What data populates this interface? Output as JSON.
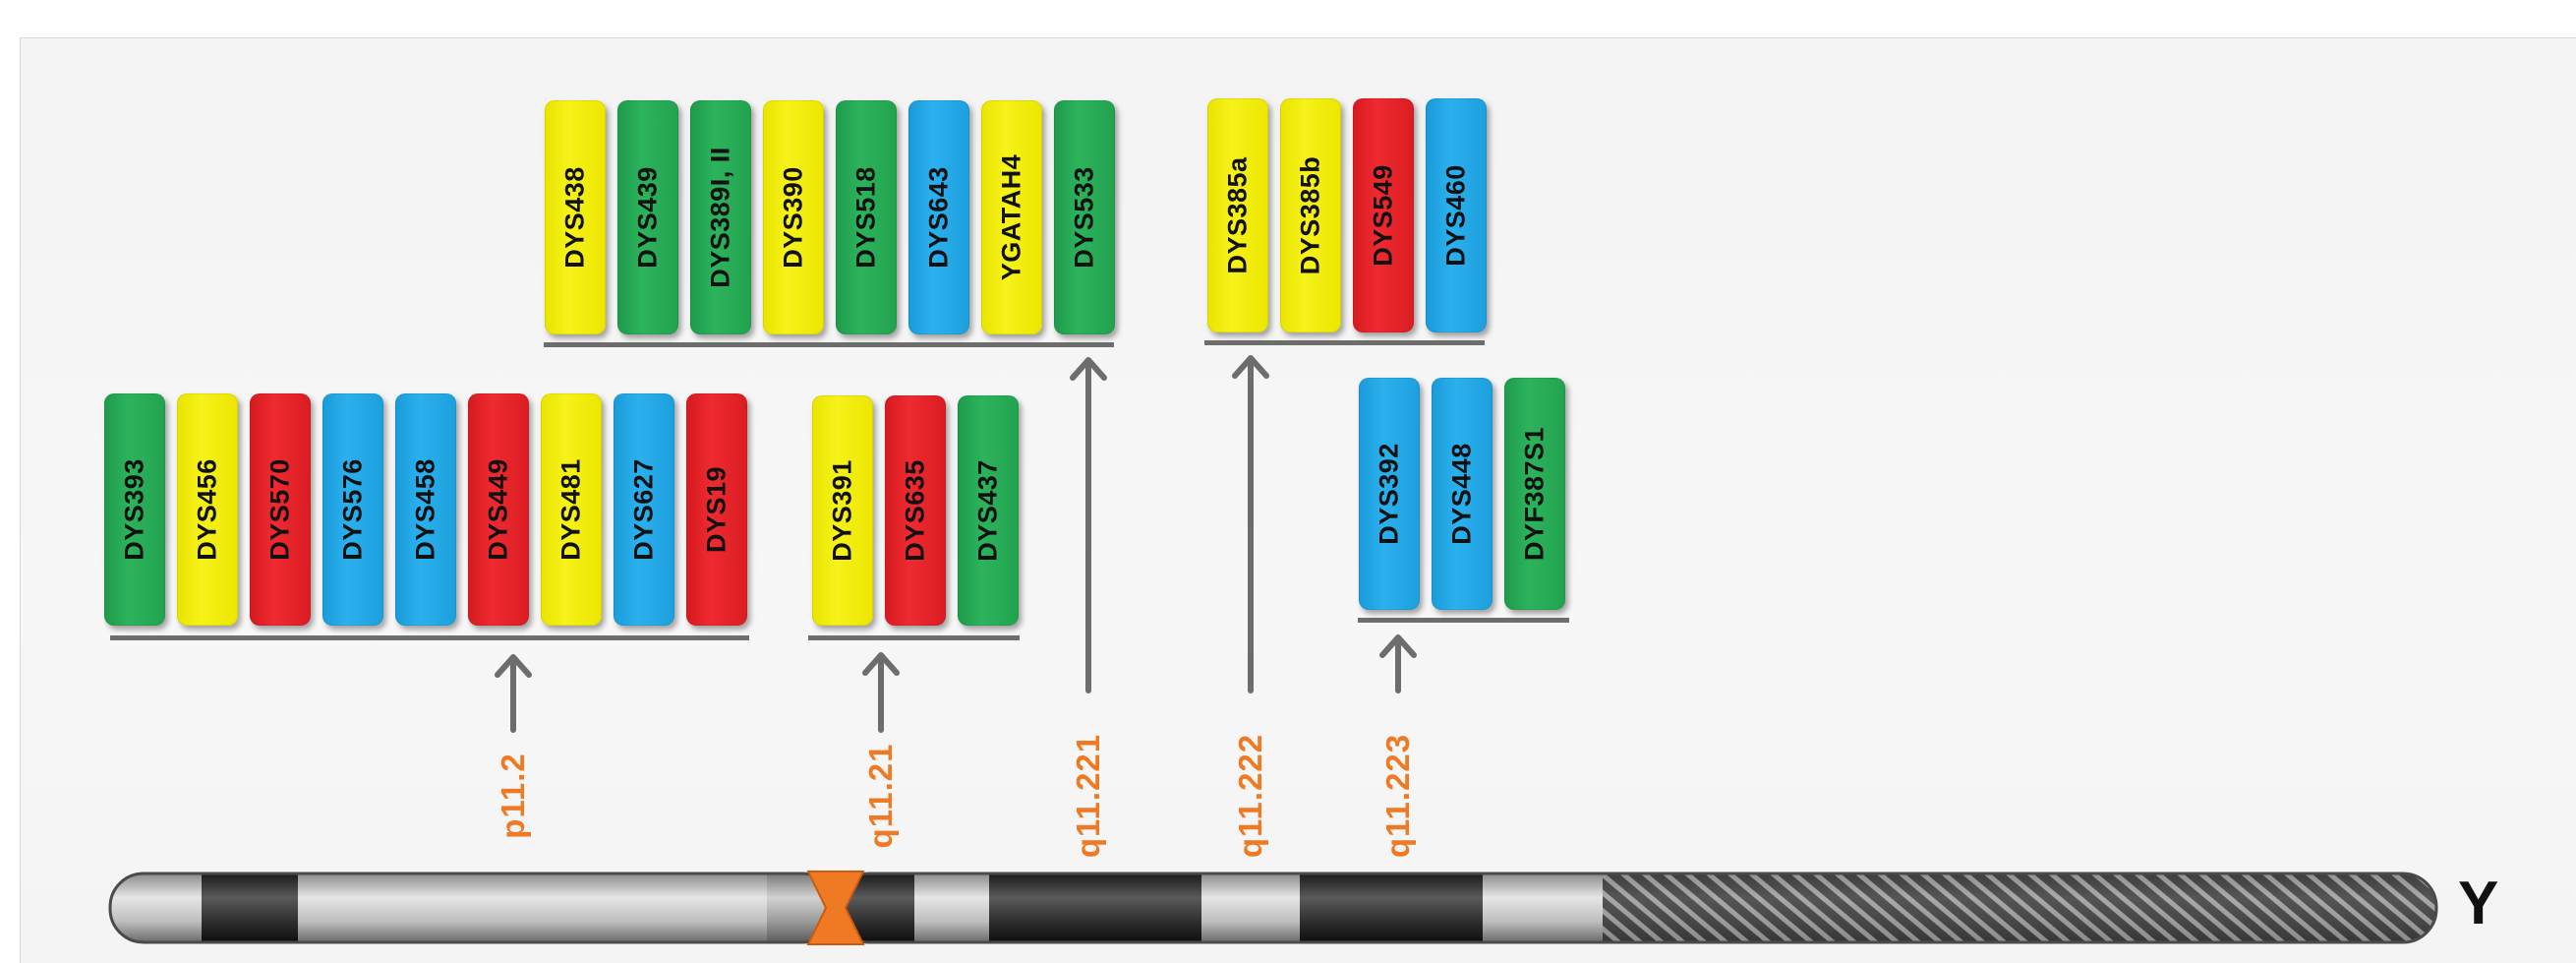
{
  "chromosome": {
    "name": "Y",
    "centromere_color": "#f07a24"
  },
  "groups": [
    {
      "locus": "p11.2",
      "markers": [
        {
          "name": "DYS393",
          "color": "green"
        },
        {
          "name": "DYS456",
          "color": "yellow"
        },
        {
          "name": "DYS570",
          "color": "red"
        },
        {
          "name": "DYS576",
          "color": "blue"
        },
        {
          "name": "DYS458",
          "color": "blue"
        },
        {
          "name": "DYS449",
          "color": "red"
        },
        {
          "name": "DYS481",
          "color": "yellow"
        },
        {
          "name": "DYS627",
          "color": "blue"
        },
        {
          "name": "DYS19",
          "color": "red"
        }
      ]
    },
    {
      "locus": "q11.21",
      "markers": [
        {
          "name": "DYS391",
          "color": "yellow"
        },
        {
          "name": "DYS635",
          "color": "red"
        },
        {
          "name": "DYS437",
          "color": "green"
        }
      ]
    },
    {
      "locus": "q11.221",
      "markers": [
        {
          "name": "DYS438",
          "color": "yellow"
        },
        {
          "name": "DYS439",
          "color": "green"
        },
        {
          "name": "DYS389I, II",
          "color": "green"
        },
        {
          "name": "DYS390",
          "color": "yellow"
        },
        {
          "name": "DYS518",
          "color": "green"
        },
        {
          "name": "DYS643",
          "color": "blue"
        },
        {
          "name": "YGATAH4",
          "color": "yellow"
        },
        {
          "name": "DYS533",
          "color": "green"
        }
      ]
    },
    {
      "locus": "q11.222",
      "markers": [
        {
          "name": "DYS385a",
          "color": "yellow"
        },
        {
          "name": "DYS385b",
          "color": "yellow"
        },
        {
          "name": "DYS549",
          "color": "red"
        },
        {
          "name": "DYS460",
          "color": "blue"
        }
      ]
    },
    {
      "locus": "q11.223",
      "markers": [
        {
          "name": "DYS392",
          "color": "blue"
        },
        {
          "name": "DYS448",
          "color": "blue"
        },
        {
          "name": "DYF387S1",
          "color": "green"
        }
      ]
    }
  ],
  "colors": {
    "green": "#2aae58",
    "yellow": "#f2ee10",
    "red": "#e62328",
    "blue": "#26a9e8",
    "locus_label": "#f07a24",
    "line": "#6d6d6d"
  }
}
